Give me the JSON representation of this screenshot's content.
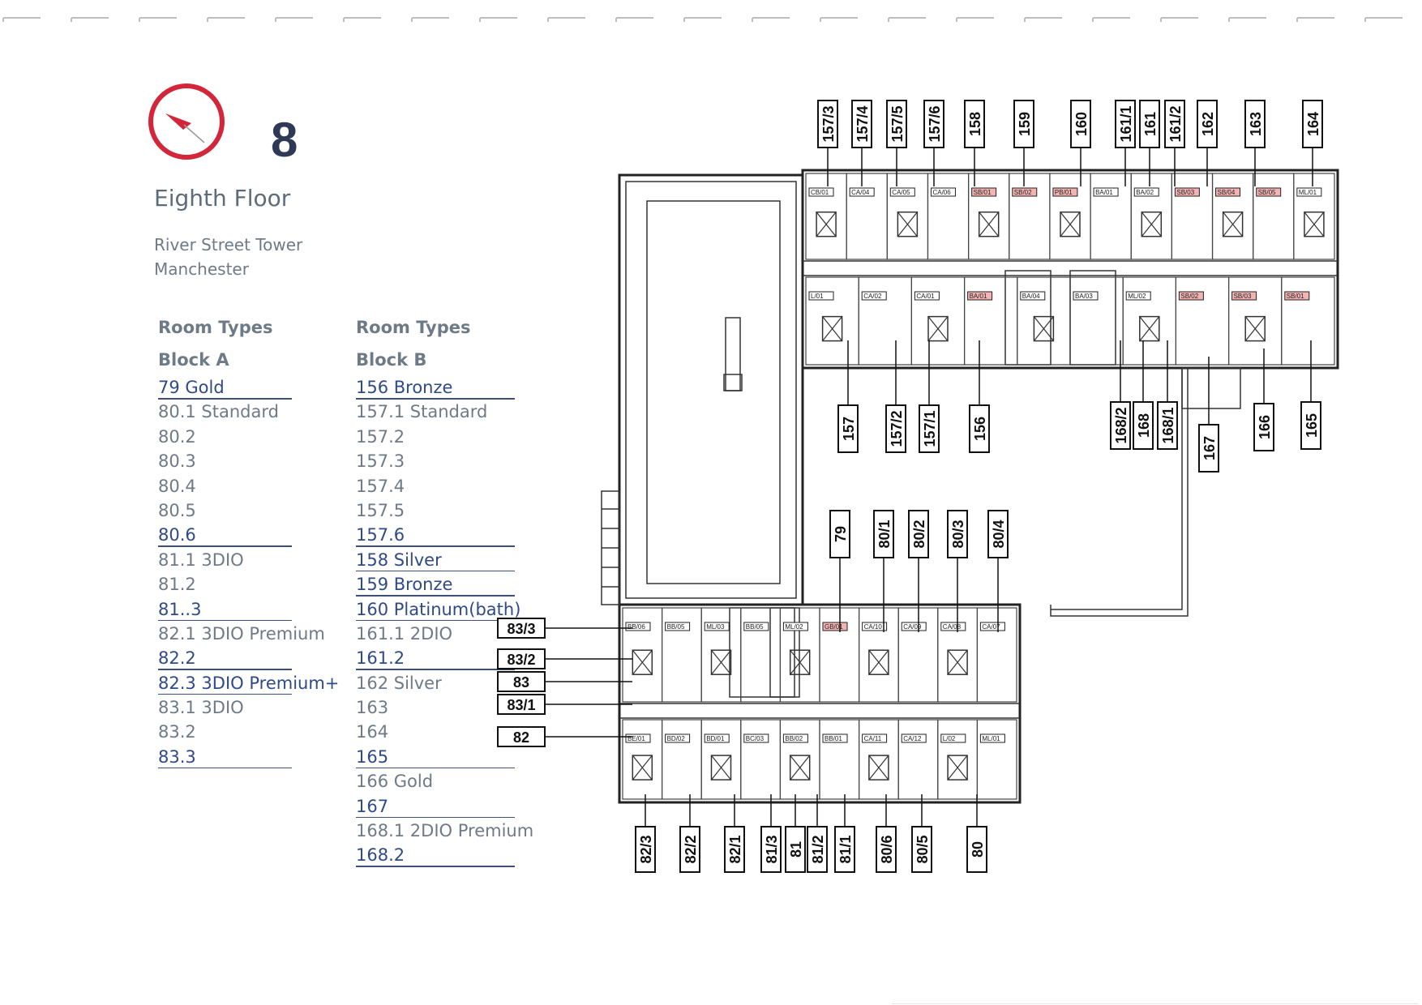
{
  "header": {
    "floor_number": "8",
    "floor_title": "Eighth Floor",
    "building_name": "River Street Tower",
    "city": "Manchester",
    "accent_color": "#d3263a"
  },
  "block_a": {
    "heading": "Room Types",
    "block": "Block A",
    "rooms": [
      {
        "text": "79   Gold",
        "underlined": true
      },
      {
        "text": "80.1  Standard",
        "underlined": false
      },
      {
        "text": "80.2",
        "underlined": false
      },
      {
        "text": "80.3",
        "underlined": false
      },
      {
        "text": "80.4",
        "underlined": false
      },
      {
        "text": "80.5",
        "underlined": false
      },
      {
        "text": "80.6",
        "underlined": true
      },
      {
        "text": "81.1   3DIO",
        "underlined": false
      },
      {
        "text": "81.2",
        "underlined": false
      },
      {
        "text": "81..3",
        "underlined": true
      },
      {
        "text": "82.1  3DIO Premium",
        "underlined": false
      },
      {
        "text": "82.2",
        "underlined": true
      },
      {
        "text": "82.3  3DIO Premium+",
        "underlined": true
      },
      {
        "text": "83.1   3DIO",
        "underlined": false
      },
      {
        "text": "83.2",
        "underlined": false
      },
      {
        "text": "83.3",
        "underlined": true
      }
    ]
  },
  "block_b": {
    "heading": "Room Types",
    "block": "Block B",
    "rooms": [
      {
        "text": "156   Bronze",
        "underlined": true
      },
      {
        "text": "157.1 Standard",
        "underlined": false
      },
      {
        "text": "157.2",
        "underlined": false
      },
      {
        "text": "157.3",
        "underlined": false
      },
      {
        "text": "157.4",
        "underlined": false
      },
      {
        "text": "157.5",
        "underlined": false
      },
      {
        "text": "157.6",
        "underlined": true
      },
      {
        "text": "158   Silver",
        "underlined": true
      },
      {
        "text": "159   Bronze",
        "underlined": true
      },
      {
        "text": "160   Platinum(bath)",
        "underlined": true
      },
      {
        "text": "161.1  2DIO",
        "underlined": false
      },
      {
        "text": "161.2",
        "underlined": true
      },
      {
        "text": "162   Silver",
        "underlined": false
      },
      {
        "text": "163",
        "underlined": false
      },
      {
        "text": "164",
        "underlined": false
      },
      {
        "text": "165",
        "underlined": true
      },
      {
        "text": "166   Gold",
        "underlined": false
      },
      {
        "text": "167",
        "underlined": true
      },
      {
        "text": "168.1 2DIO Premium",
        "underlined": false
      },
      {
        "text": "168.2",
        "underlined": true
      }
    ]
  },
  "plan_labels": {
    "top": [
      "157/3",
      "157/4",
      "157/5",
      "157/6",
      "158",
      "159",
      "160",
      "161/1",
      "161",
      "161/2",
      "162",
      "163",
      "164"
    ],
    "mid_b": [
      "157",
      "157/2",
      "157/1",
      "156",
      "168/2",
      "168",
      "168/1",
      "167",
      "166",
      "165"
    ],
    "mid_a": [
      "79",
      "80/1",
      "80/2",
      "80/3",
      "80/4"
    ],
    "left_a": [
      "83/3",
      "83/2",
      "83",
      "83/1",
      "82"
    ],
    "bottom": [
      "82/3",
      "82/2",
      "82/1",
      "81/3",
      "81",
      "81/2",
      "81/1",
      "80/6",
      "80/5",
      "80"
    ]
  },
  "room_codes": {
    "block_b_top": [
      "CB/01",
      "CA/04",
      "CA/05",
      "CA/06",
      "SB/01",
      "SB/02",
      "PB/01",
      "BA/01",
      "BA/02",
      "SB/03",
      "SB/04",
      "SB/05",
      "ML/01"
    ],
    "block_b_bottom": [
      "L/01",
      "CA/02",
      "CA/01",
      "BA/01",
      "BA/04",
      "BA/03",
      "ML/02",
      "SB/02",
      "SB/03",
      "SB/01"
    ],
    "block_a_top": [
      "BB/06",
      "BB/05",
      "ML/03",
      "BB/05",
      "ML/02",
      "GB/01",
      "CA/10",
      "CA/09",
      "CA/08",
      "CA/07"
    ],
    "block_a_bottom": [
      "BE/01",
      "BD/02",
      "BD/01",
      "BC/03",
      "BB/02",
      "BB/01",
      "CA/11",
      "CA/12",
      "L/02",
      "ML/01"
    ]
  }
}
